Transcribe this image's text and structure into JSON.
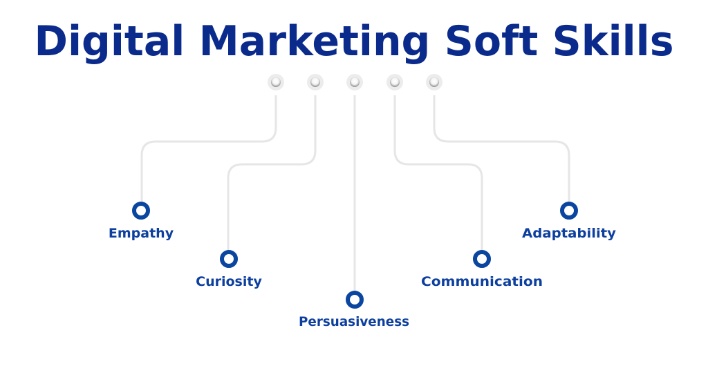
{
  "title": "Digital Marketing Soft Skills",
  "colors": {
    "title": "#0b2b8c",
    "ring": "#0a45a0",
    "connector": "#e6e6e6"
  },
  "skills": [
    {
      "label": "Empathy"
    },
    {
      "label": "Curiosity"
    },
    {
      "label": "Persuasiveness"
    },
    {
      "label": "Communication"
    },
    {
      "label": "Adaptability"
    }
  ]
}
